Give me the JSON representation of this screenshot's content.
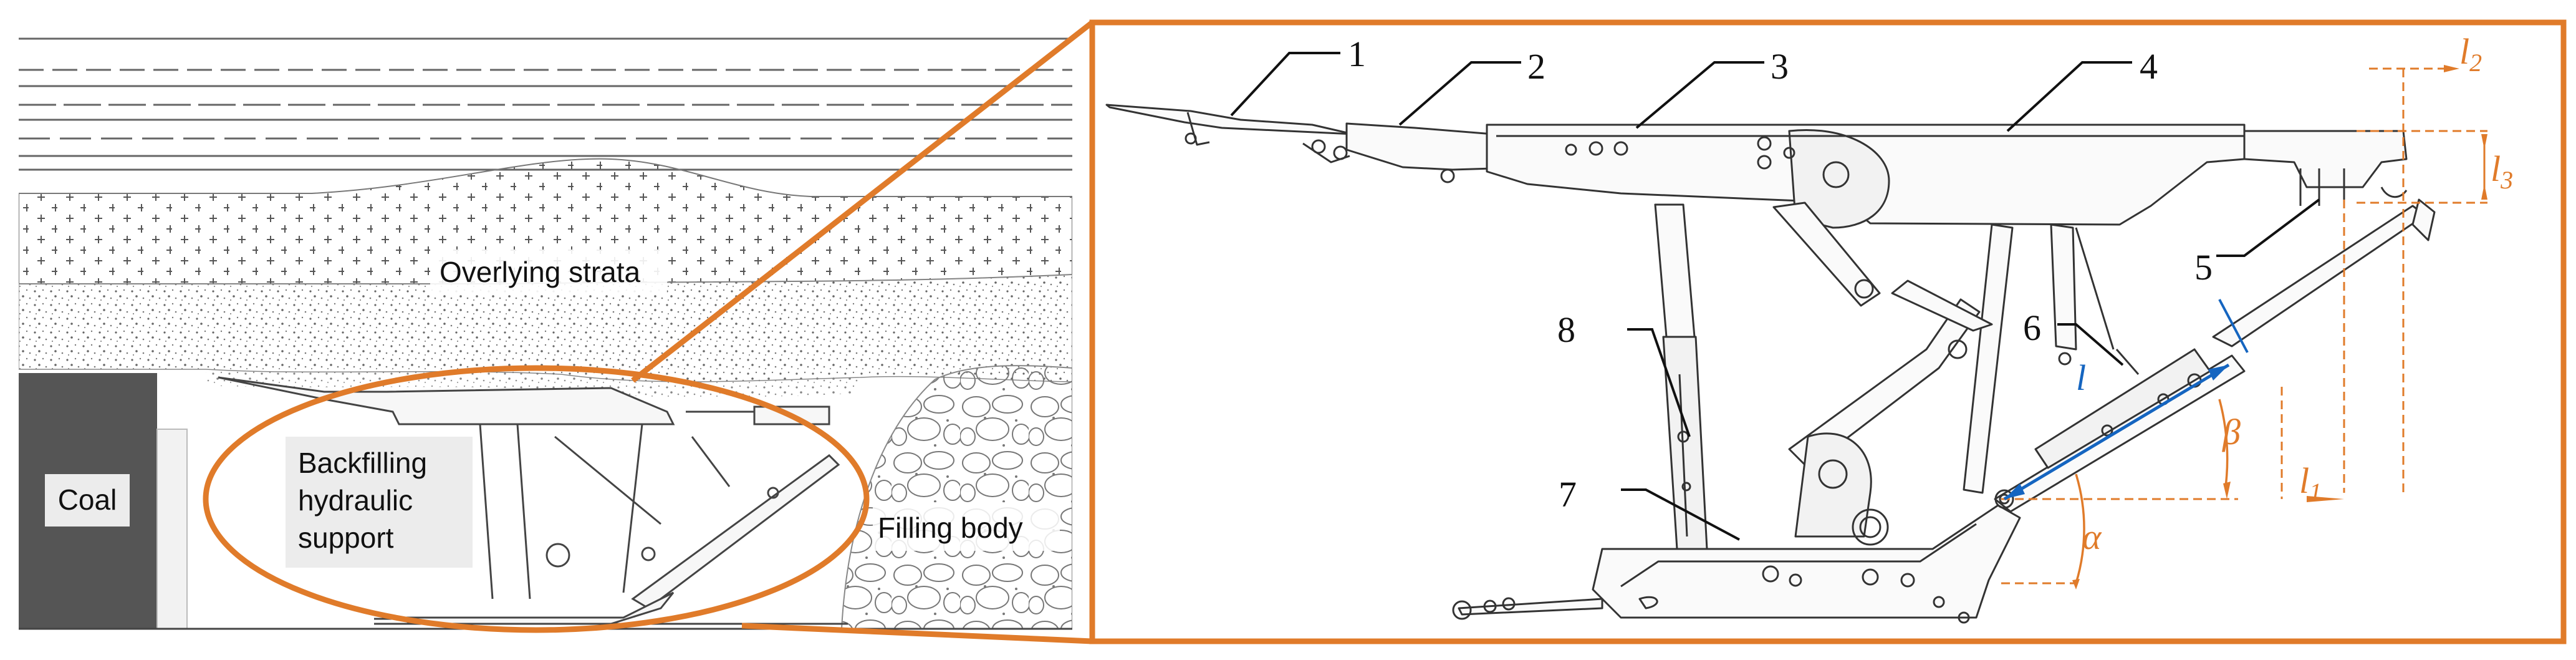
{
  "colors": {
    "accent": "#e07b2a",
    "blue": "#1565c0",
    "coal": "#555555",
    "label_bg": "#ececec",
    "line": "#333333"
  },
  "left_panel": {
    "labels": {
      "strata": "Overlying strata",
      "coal": "Coal",
      "support_line1": "Backfilling",
      "support_line2": "hydraulic",
      "support_line3": "support",
      "filling": "Filling body"
    }
  },
  "right_panel": {
    "part_numbers": [
      "1",
      "2",
      "3",
      "4",
      "5",
      "6",
      "7",
      "8"
    ],
    "dimensions": {
      "l": "l",
      "beta": "β",
      "alpha": "α",
      "l1_base": "l",
      "l1_sub": "1",
      "l2_base": "l",
      "l2_sub": "2",
      "l3_base": "l",
      "l3_sub": "3"
    }
  }
}
